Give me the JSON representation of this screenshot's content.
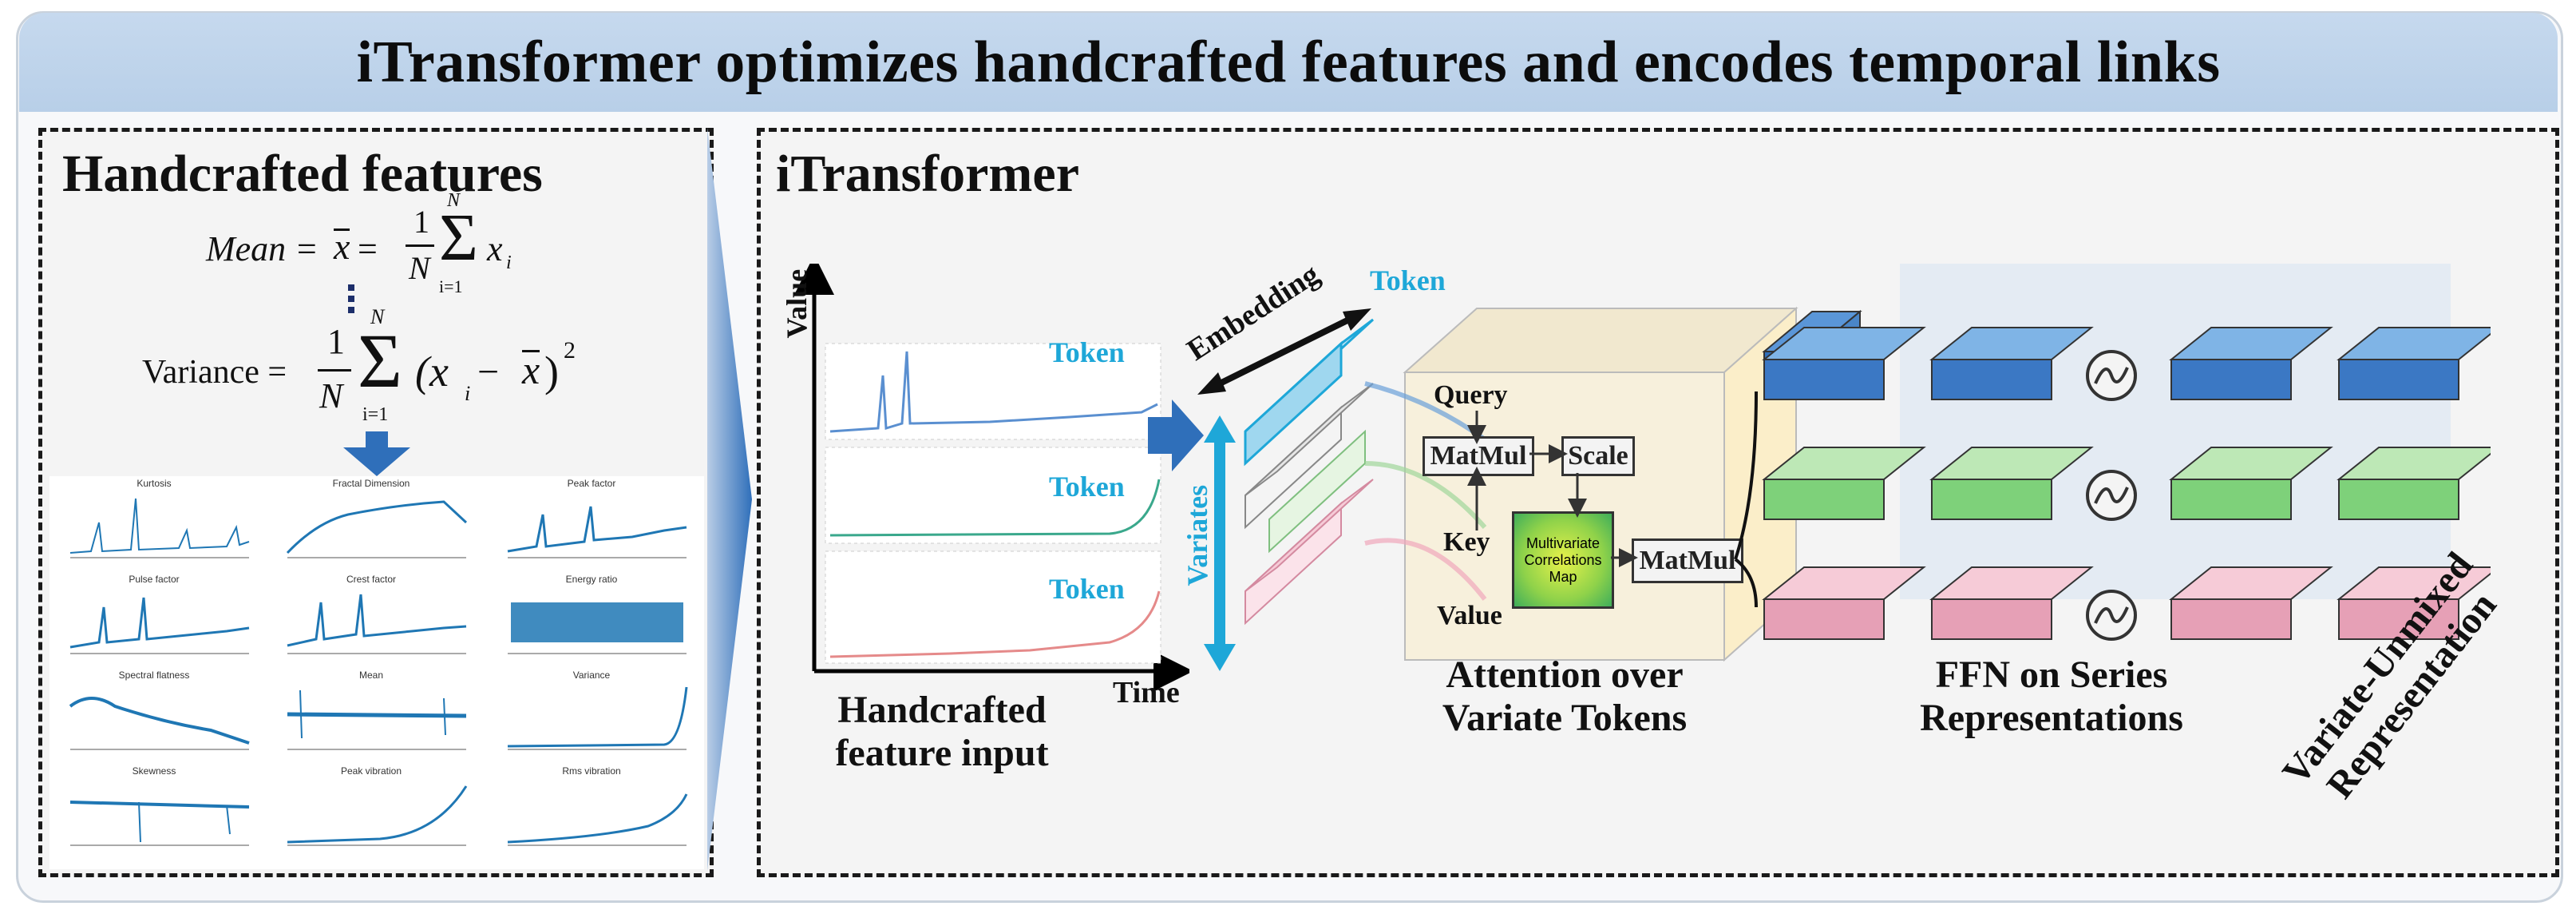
{
  "header": {
    "title": "iTransformer optimizes handcrafted features and encodes temporal links"
  },
  "left_panel": {
    "title": "Handcrafted features",
    "mean_formula": {
      "lhs": "Mean = ",
      "xbar": "x",
      "eq": " = ",
      "frac_num": "1",
      "frac_den": "N",
      "sum_top": "N",
      "sum_bottom": "i=1",
      "term": "x",
      "sub": "i"
    },
    "variance_formula": {
      "lhs": "Variance = ",
      "frac_num": "1",
      "frac_den": "N",
      "sum_top": "N",
      "sum_bottom": "i=1",
      "term": "(x",
      "sub": "i",
      "minus": " − ",
      "xbar": "x",
      "close": ")",
      "power": "2"
    },
    "thumbnails": [
      {
        "title": "Kurtosis"
      },
      {
        "title": "Fractal Dimension"
      },
      {
        "title": "Peak factor"
      },
      {
        "title": "Pulse factor"
      },
      {
        "title": "Crest factor"
      },
      {
        "title": "Energy ratio"
      },
      {
        "title": "Spectral flatness"
      },
      {
        "title": "Mean"
      },
      {
        "title": "Variance"
      },
      {
        "title": "Skewness"
      },
      {
        "title": "Peak vibration"
      },
      {
        "title": "Rms vibration"
      }
    ]
  },
  "right_panel": {
    "title": "iTransformer",
    "input_plot": {
      "y_label": "Value",
      "x_label": "Time",
      "tokens": [
        "Token",
        "Token",
        "Token"
      ],
      "caption_line1": "Handcrafted",
      "caption_line2": "feature input"
    },
    "embedding": {
      "label": "Embedding",
      "token_label": "Token",
      "variates_label": "Variates"
    },
    "attention": {
      "query": "Query",
      "key": "Key",
      "value": "Value",
      "matmul1": "MatMul",
      "scale": "Scale",
      "map_line1": "Multivariate",
      "map_line2": "Correlations",
      "map_line3": "Map",
      "matmul2": "MatMul",
      "caption_line1": "Attention over",
      "caption_line2": "Variate Tokens"
    },
    "ffn": {
      "caption_line1": "FFN on Series",
      "caption_line2": "Representations"
    },
    "output": {
      "caption_line1": "Variate-Unmixed",
      "caption_line2": "Representation"
    }
  },
  "colors": {
    "banner": "#c2d6ec",
    "arrow_blue": "#2f6fba",
    "token_cyan": "#1ea7d8",
    "row_blue": "#3b78c4",
    "row_green": "#7ed17a",
    "row_pink": "#e6a0b6",
    "signal_blue": "#1f77b4"
  }
}
